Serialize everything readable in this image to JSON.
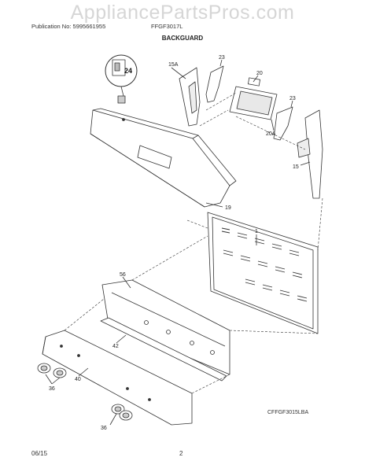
{
  "watermark": "AppliancePartsPros.com",
  "header": {
    "publication": "Publication No: 5995661955",
    "model": "FFGF3017L"
  },
  "title": "BACKGUARD",
  "figure_code": "CFFGF3015LBA",
  "footer": {
    "date": "06/15",
    "page": "2"
  },
  "callouts": {
    "c24": "24",
    "c15a": "15A",
    "c23a": "23",
    "c20": "20",
    "c23b": "23",
    "c20a": "20A",
    "c15": "15",
    "c19": "19",
    "c1": "1",
    "c56": "56",
    "c42": "42",
    "c36a": "36",
    "c40": "40",
    "c36b": "36"
  }
}
